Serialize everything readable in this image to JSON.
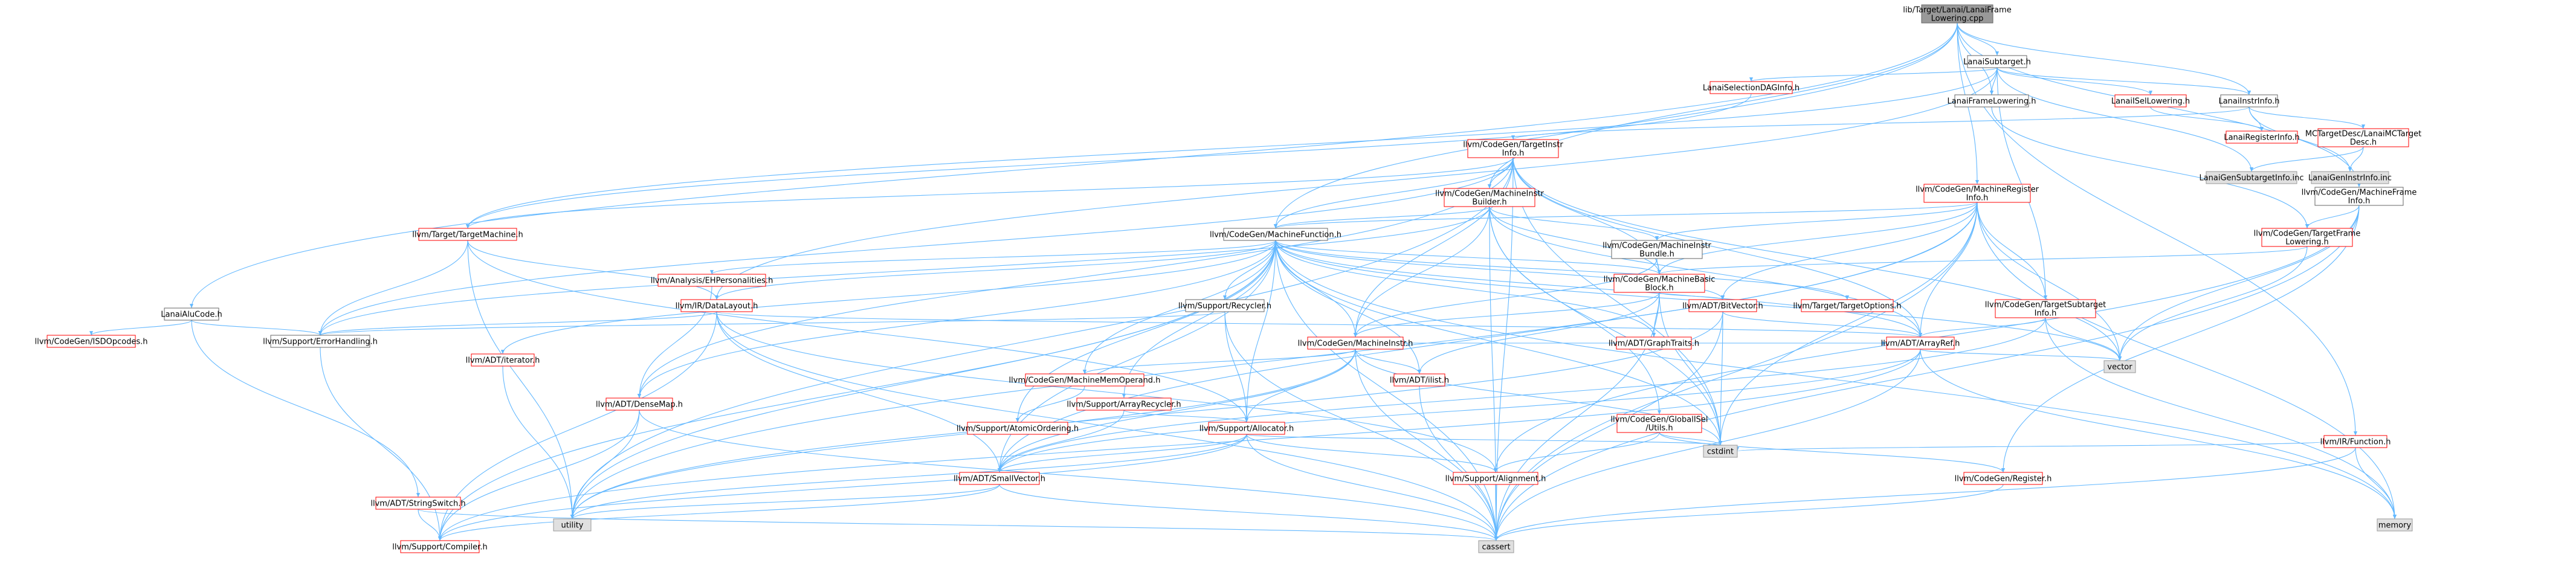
{
  "title": "lib/Target/Lanai/LanaiFrameLowering.cpp",
  "colors": {
    "edge": "#63b8ff",
    "root_fill": "#999999",
    "red_border": "#ff0000",
    "gray_fill": "#e0e0e0"
  },
  "nodes": [
    {
      "id": "root",
      "lines": [
        "lib/Target/Lanai/LanaiFrame",
        "Lowering.cpp"
      ],
      "style": "root"
    },
    {
      "id": "lanaisubtarget",
      "lines": [
        "LanaiSubtarget.h"
      ],
      "style": "plain"
    },
    {
      "id": "lanaialucode",
      "lines": [
        "LanaiAluCode.h"
      ],
      "style": "plain"
    },
    {
      "id": "isdopcodes",
      "lines": [
        "llvm/CodeGen/ISDOpcodes.h"
      ],
      "style": "red"
    },
    {
      "id": "stringswitch",
      "lines": [
        "llvm/ADT/StringSwitch.h"
      ],
      "style": "red"
    },
    {
      "id": "errorhandling",
      "lines": [
        "llvm/Support/ErrorHandling.h"
      ],
      "style": "plain"
    },
    {
      "id": "compiler",
      "lines": [
        "llvm/Support/Compiler.h"
      ],
      "style": "red"
    },
    {
      "id": "selectiondaginfo",
      "lines": [
        "LanaiSelectionDAGInfo.h"
      ],
      "style": "red"
    },
    {
      "id": "lanaiframelowering",
      "lines": [
        "LanaiFrameLowering.h"
      ],
      "style": "plain"
    },
    {
      "id": "lanaiisellowering",
      "lines": [
        "LanaiISelLowering.h"
      ],
      "style": "red"
    },
    {
      "id": "lanaiinstrinfo",
      "lines": [
        "LanaiInstrInfo.h"
      ],
      "style": "plain"
    },
    {
      "id": "lanairegisterinfo",
      "lines": [
        "LanaiRegisterInfo.h"
      ],
      "style": "red"
    },
    {
      "id": "mctargetdesc",
      "lines": [
        "MCTargetDesc/LanaiMCTarget",
        "Desc.h"
      ],
      "style": "red"
    },
    {
      "id": "subtargetinfoinc",
      "lines": [
        "LanaiGenSubtargetInfo.inc"
      ],
      "style": "gray"
    },
    {
      "id": "instrinfoinc",
      "lines": [
        "LanaiGenInstrInfo.inc"
      ],
      "style": "gray"
    },
    {
      "id": "targetinstrinfo",
      "lines": [
        "llvm/CodeGen/TargetInstr",
        "Info.h"
      ],
      "style": "red"
    },
    {
      "id": "machineinstrbuilder",
      "lines": [
        "llvm/CodeGen/MachineInstr",
        "Builder.h"
      ],
      "style": "red"
    },
    {
      "id": "machineregisterinfo",
      "lines": [
        "llvm/CodeGen/MachineRegister",
        "Info.h"
      ],
      "style": "red"
    },
    {
      "id": "machineframeinfo",
      "lines": [
        "llvm/CodeGen/MachineFrame",
        "Info.h"
      ],
      "style": "plain"
    },
    {
      "id": "targetframelowering",
      "lines": [
        "llvm/CodeGen/TargetFrame",
        "Lowering.h"
      ],
      "style": "red"
    },
    {
      "id": "targetmachine",
      "lines": [
        "llvm/Target/TargetMachine.h"
      ],
      "style": "red"
    },
    {
      "id": "machinefunction",
      "lines": [
        "llvm/CodeGen/MachineFunction.h"
      ],
      "style": "plain"
    },
    {
      "id": "machineinstrbundle",
      "lines": [
        "llvm/CodeGen/MachineInstr",
        "Bundle.h"
      ],
      "style": "plain"
    },
    {
      "id": "machinebasicblock",
      "lines": [
        "llvm/CodeGen/MachineBasic",
        "Block.h"
      ],
      "style": "red"
    },
    {
      "id": "targetsubtargetinfo",
      "lines": [
        "llvm/CodeGen/TargetSubtarget",
        "Info.h"
      ],
      "style": "red"
    },
    {
      "id": "ehpersonalities",
      "lines": [
        "llvm/Analysis/EHPersonalities.h"
      ],
      "style": "red"
    },
    {
      "id": "datalayout",
      "lines": [
        "llvm/IR/DataLayout.h"
      ],
      "style": "red"
    },
    {
      "id": "recycler",
      "lines": [
        "llvm/Support/Recycler.h"
      ],
      "style": "plain"
    },
    {
      "id": "bitvector",
      "lines": [
        "llvm/ADT/BitVector.h"
      ],
      "style": "red"
    },
    {
      "id": "targetoptions",
      "lines": [
        "llvm/Target/TargetOptions.h"
      ],
      "style": "red"
    },
    {
      "id": "arrayref",
      "lines": [
        "llvm/ADT/ArrayRef.h"
      ],
      "style": "red"
    },
    {
      "id": "vector",
      "lines": [
        "vector"
      ],
      "style": "gray"
    },
    {
      "id": "graphtraits",
      "lines": [
        "llvm/ADT/GraphTraits.h"
      ],
      "style": "red"
    },
    {
      "id": "machineinstr",
      "lines": [
        "llvm/CodeGen/MachineInstr.h"
      ],
      "style": "red"
    },
    {
      "id": "ilist",
      "lines": [
        "llvm/ADT/ilist.h"
      ],
      "style": "red"
    },
    {
      "id": "adtiterator",
      "lines": [
        "llvm/ADT/iterator.h"
      ],
      "style": "red"
    },
    {
      "id": "densemap",
      "lines": [
        "llvm/ADT/DenseMap.h"
      ],
      "style": "red"
    },
    {
      "id": "machinememoperand",
      "lines": [
        "llvm/CodeGen/MachineMemOperand.h"
      ],
      "style": "red"
    },
    {
      "id": "arrayrecycler",
      "lines": [
        "llvm/Support/ArrayRecycler.h"
      ],
      "style": "red"
    },
    {
      "id": "atomicordering",
      "lines": [
        "llvm/Support/AtomicOrdering.h"
      ],
      "style": "red"
    },
    {
      "id": "allocator",
      "lines": [
        "llvm/Support/Allocator.h"
      ],
      "style": "red"
    },
    {
      "id": "globalisel",
      "lines": [
        "llvm/CodeGen/GlobalISel",
        "/Utils.h"
      ],
      "style": "red"
    },
    {
      "id": "smallvector",
      "lines": [
        "llvm/ADT/SmallVector.h"
      ],
      "style": "red"
    },
    {
      "id": "alignment",
      "lines": [
        "llvm/Support/Alignment.h"
      ],
      "style": "red"
    },
    {
      "id": "cstdint",
      "lines": [
        "cstdint"
      ],
      "style": "gray"
    },
    {
      "id": "register",
      "lines": [
        "llvm/CodeGen/Register.h"
      ],
      "style": "red"
    },
    {
      "id": "irfunction",
      "lines": [
        "llvm/IR/Function.h"
      ],
      "style": "red"
    },
    {
      "id": "utility",
      "lines": [
        "utility"
      ],
      "style": "gray"
    },
    {
      "id": "cassert",
      "lines": [
        "cassert"
      ],
      "style": "gray"
    },
    {
      "id": "memory",
      "lines": [
        "memory"
      ],
      "style": "gray"
    }
  ],
  "edges": [
    [
      "root",
      "lanaisubtarget"
    ],
    [
      "root",
      "lanaialucode"
    ],
    [
      "root",
      "lanaiframelowering"
    ],
    [
      "root",
      "lanaiinstrinfo"
    ],
    [
      "root",
      "machineframeinfo"
    ],
    [
      "root",
      "machinefunction"
    ],
    [
      "root",
      "machineinstrbuilder"
    ],
    [
      "root",
      "machineregisterinfo"
    ],
    [
      "root",
      "irfunction"
    ],
    [
      "lanaisubtarget",
      "selectiondaginfo"
    ],
    [
      "lanaisubtarget",
      "lanaiframelowering"
    ],
    [
      "lanaisubtarget",
      "lanaiisellowering"
    ],
    [
      "lanaisubtarget",
      "lanaiinstrinfo"
    ],
    [
      "lanaisubtarget",
      "subtargetinfoinc"
    ],
    [
      "lanaisubtarget",
      "targetsubtargetinfo"
    ],
    [
      "lanaisubtarget",
      "datalayout"
    ],
    [
      "lanaisubtarget",
      "targetmachine"
    ],
    [
      "lanaialucode",
      "isdopcodes"
    ],
    [
      "lanaialucode",
      "stringswitch"
    ],
    [
      "lanaialucode",
      "errorhandling"
    ],
    [
      "stringswitch",
      "compiler"
    ],
    [
      "stringswitch",
      "cassert"
    ],
    [
      "errorhandling",
      "compiler"
    ],
    [
      "selectiondaginfo",
      "targetmachine"
    ],
    [
      "lanaiframelowering",
      "targetframelowering"
    ],
    [
      "lanaiisellowering",
      "lanairegisterinfo"
    ],
    [
      "lanaiinstrinfo",
      "lanairegisterinfo"
    ],
    [
      "lanaiinstrinfo",
      "mctargetdesc"
    ],
    [
      "lanaiinstrinfo",
      "instrinfoinc"
    ],
    [
      "lanaiinstrinfo",
      "targetinstrinfo"
    ],
    [
      "mctargetdesc",
      "subtargetinfoinc"
    ],
    [
      "mctargetdesc",
      "instrinfoinc"
    ],
    [
      "targetinstrinfo",
      "machineinstrbuilder"
    ],
    [
      "targetinstrinfo",
      "machinefunction"
    ],
    [
      "targetinstrinfo",
      "machinebasicblock"
    ],
    [
      "targetinstrinfo",
      "arrayref"
    ],
    [
      "targetinstrinfo",
      "machineinstr"
    ],
    [
      "targetinstrinfo",
      "errorhandling"
    ],
    [
      "targetinstrinfo",
      "densemap"
    ],
    [
      "targetinstrinfo",
      "utility"
    ],
    [
      "targetinstrinfo",
      "cstdint"
    ],
    [
      "targetinstrinfo",
      "vector"
    ],
    [
      "targetinstrinfo",
      "targetmachine"
    ],
    [
      "targetinstrinfo",
      "cassert"
    ],
    [
      "machineinstrbuilder",
      "machinefunction"
    ],
    [
      "machineinstrbuilder",
      "machinebasicblock"
    ],
    [
      "machineinstrbuilder",
      "machineinstrbundle"
    ],
    [
      "machineinstrbuilder",
      "machineinstr"
    ],
    [
      "machineinstrbuilder",
      "globalisel"
    ],
    [
      "machineinstrbuilder",
      "errorhandling"
    ],
    [
      "machineinstrbuilder",
      "cassert"
    ],
    [
      "machineinstrbuilder",
      "cstdint"
    ],
    [
      "machineinstrbuilder",
      "arrayref"
    ],
    [
      "machineregisterinfo",
      "machinefunction"
    ],
    [
      "machineregisterinfo",
      "machinebasicblock"
    ],
    [
      "machineregisterinfo",
      "machineinstrbundle"
    ],
    [
      "machineregisterinfo",
      "bitvector"
    ],
    [
      "machineregisterinfo",
      "arrayref"
    ],
    [
      "machineregisterinfo",
      "targetsubtargetinfo"
    ],
    [
      "machineregisterinfo",
      "smallvector"
    ],
    [
      "machineregisterinfo",
      "cassert"
    ],
    [
      "machineregisterinfo",
      "cstdint"
    ],
    [
      "machineregisterinfo",
      "memory"
    ],
    [
      "machineregisterinfo",
      "utility"
    ],
    [
      "machineregisterinfo",
      "vector"
    ],
    [
      "machineframeinfo",
      "targetframelowering"
    ],
    [
      "machineframeinfo",
      "cassert"
    ],
    [
      "machineframeinfo",
      "vector"
    ],
    [
      "machineframeinfo",
      "alignment"
    ],
    [
      "machineframeinfo",
      "register"
    ],
    [
      "targetframelowering",
      "machinebasicblock"
    ],
    [
      "targetframelowering",
      "vector"
    ],
    [
      "targetmachine",
      "datalayout"
    ],
    [
      "targetmachine",
      "errorhandling"
    ],
    [
      "targetmachine",
      "allocator"
    ],
    [
      "targetmachine",
      "utility"
    ],
    [
      "machinefunction",
      "ehpersonalities"
    ],
    [
      "machinefunction",
      "datalayout"
    ],
    [
      "machinefunction",
      "recycler"
    ],
    [
      "machinefunction",
      "bitvector"
    ],
    [
      "machinefunction",
      "targetoptions"
    ],
    [
      "machinefunction",
      "arrayref"
    ],
    [
      "machinefunction",
      "graphtraits"
    ],
    [
      "machinefunction",
      "machineinstr"
    ],
    [
      "machinefunction",
      "ilist"
    ],
    [
      "machinefunction",
      "adtiterator"
    ],
    [
      "machinefunction",
      "densemap"
    ],
    [
      "machinefunction",
      "machinememoperand"
    ],
    [
      "machinefunction",
      "arrayrecycler"
    ],
    [
      "machinefunction",
      "atomicordering"
    ],
    [
      "machinefunction",
      "allocator"
    ],
    [
      "machinefunction",
      "smallvector"
    ],
    [
      "machinefunction",
      "cassert"
    ],
    [
      "machinefunction",
      "cstdint"
    ],
    [
      "machinefunction",
      "memory"
    ],
    [
      "machinefunction",
      "utility"
    ],
    [
      "machinefunction",
      "vector"
    ],
    [
      "machinefunction",
      "machinebasicblock"
    ],
    [
      "machinefunction",
      "compiler"
    ],
    [
      "machineinstrbundle",
      "machinebasicblock"
    ],
    [
      "machineinstrbundle",
      "machineinstr"
    ],
    [
      "machinebasicblock",
      "graphtraits"
    ],
    [
      "machinebasicblock",
      "bitvector"
    ],
    [
      "machinebasicblock",
      "machineinstr"
    ],
    [
      "machinebasicblock",
      "ilist"
    ],
    [
      "machinebasicblock",
      "cassert"
    ],
    [
      "machinebasicblock",
      "cstdint"
    ],
    [
      "targetsubtargetinfo",
      "arrayref"
    ],
    [
      "targetsubtargetinfo",
      "smallvector"
    ],
    [
      "targetsubtargetinfo",
      "memory"
    ],
    [
      "targetsubtargetinfo",
      "vector"
    ],
    [
      "ehpersonalities",
      "densemap"
    ],
    [
      "datalayout",
      "arrayref"
    ],
    [
      "datalayout",
      "smallvector"
    ],
    [
      "datalayout",
      "alignment"
    ],
    [
      "datalayout",
      "errorhandling"
    ],
    [
      "datalayout",
      "cassert"
    ],
    [
      "datalayout",
      "compiler"
    ],
    [
      "recycler",
      "allocator"
    ],
    [
      "recycler",
      "errorhandling"
    ],
    [
      "recycler",
      "cassert"
    ],
    [
      "bitvector",
      "arrayref"
    ],
    [
      "bitvector",
      "cassert"
    ],
    [
      "bitvector",
      "cstdint"
    ],
    [
      "bitvector",
      "utility"
    ],
    [
      "arrayref",
      "smallvector"
    ],
    [
      "arrayref",
      "compiler"
    ],
    [
      "arrayref",
      "cassert"
    ],
    [
      "arrayref",
      "memory"
    ],
    [
      "arrayref",
      "vector"
    ],
    [
      "machineinstr",
      "ilist"
    ],
    [
      "machineinstr",
      "arrayref"
    ],
    [
      "machineinstr",
      "machinememoperand"
    ],
    [
      "machineinstr",
      "smallvector"
    ],
    [
      "machineinstr",
      "cassert"
    ],
    [
      "machineinstr",
      "cstdint"
    ],
    [
      "machineinstr",
      "utility"
    ],
    [
      "machineinstr",
      "allocator"
    ],
    [
      "ilist",
      "cassert"
    ],
    [
      "adtiterator",
      "utility"
    ],
    [
      "densemap",
      "compiler"
    ],
    [
      "densemap",
      "utility"
    ],
    [
      "densemap",
      "cassert"
    ],
    [
      "machinememoperand",
      "atomicordering"
    ],
    [
      "arrayrecycler",
      "allocator"
    ],
    [
      "arrayrecycler",
      "smallvector"
    ],
    [
      "allocator",
      "smallvector"
    ],
    [
      "allocator",
      "alignment"
    ],
    [
      "allocator",
      "cassert"
    ],
    [
      "allocator",
      "cstdint"
    ],
    [
      "allocator",
      "utility"
    ],
    [
      "allocator",
      "compiler"
    ],
    [
      "globalisel",
      "register"
    ],
    [
      "globalisel",
      "alignment"
    ],
    [
      "globalisel",
      "cstdint"
    ],
    [
      "smallvector",
      "compiler"
    ],
    [
      "smallvector",
      "cassert"
    ],
    [
      "smallvector",
      "utility"
    ],
    [
      "alignment",
      "cassert"
    ],
    [
      "register",
      "cassert"
    ],
    [
      "irfunction",
      "memory"
    ],
    [
      "irfunction",
      "cassert"
    ],
    [
      "irfunction",
      "cstdint"
    ]
  ]
}
